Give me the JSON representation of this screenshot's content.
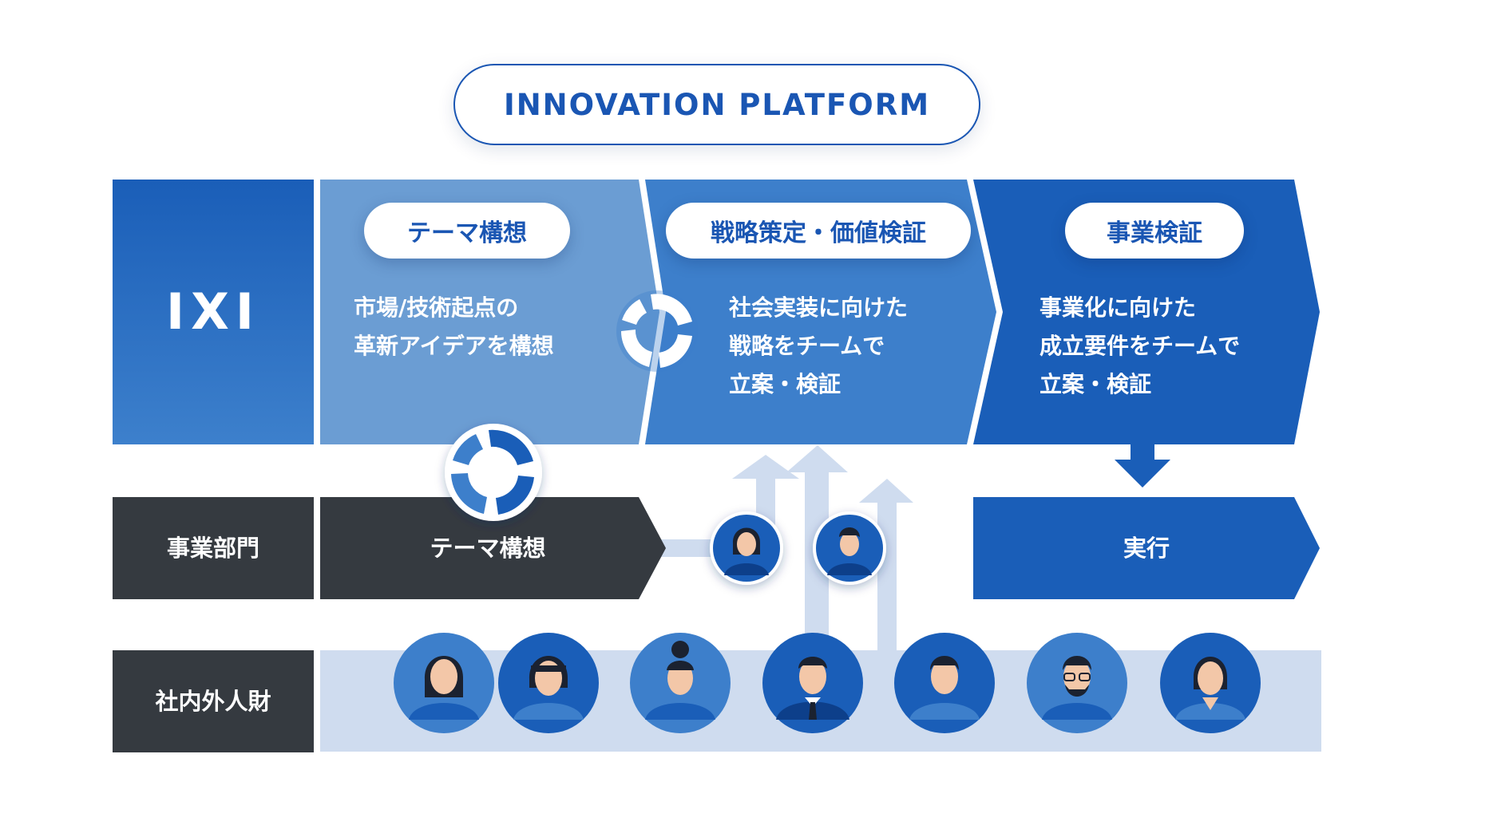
{
  "title": "INNOVATION PLATFORM",
  "rows": {
    "ixi": "IXI",
    "business": "事業部門",
    "talent": "社内外人財"
  },
  "stages": [
    {
      "name": "テーマ構想",
      "description": "市場/技術起点の\n革新アイデアを構想"
    },
    {
      "name": "戦略策定・価値検証",
      "description": "社会実装に向けた\n戦略をチームで\n立案・検証"
    },
    {
      "name": "事業検証",
      "description": "事業化に向けた\n成立要件をチームで\n立案・検証"
    }
  ],
  "business_row": {
    "theme": "テーマ構想",
    "execution": "実行"
  },
  "talent_count": 7,
  "colors": {
    "stage1": "#6b9dd3",
    "stage2": "#3d7fcb",
    "stage3": "#1a5eb8",
    "ixi_gradient_top": "#1a5eb8",
    "ixi_gradient_bottom": "#3d80cc",
    "dark": "#353a40",
    "talent_band": "#cfdcef",
    "arrow_light": "#cfdcef",
    "title_text": "#1a56b3"
  }
}
